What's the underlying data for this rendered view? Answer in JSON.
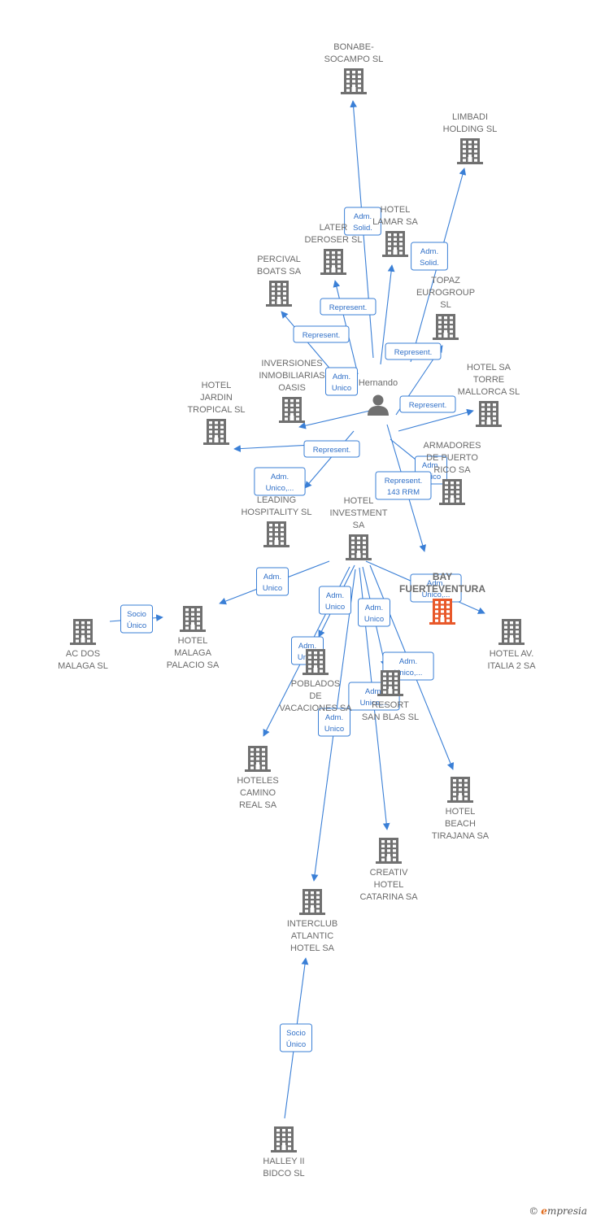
{
  "colors": {
    "company": "#707070",
    "focus": "#e8582a",
    "edge": "#3a7fd6",
    "label": "#6b6b6b"
  },
  "icons": {
    "company": "building-icon",
    "person": "person-icon"
  },
  "nodes": [
    {
      "id": "bonabe",
      "label": [
        "BONABE-",
        "SOCAMPO  SL"
      ],
      "kind": "company"
    },
    {
      "id": "limbadi",
      "label": [
        "LIMBADI",
        "HOLDING  SL"
      ],
      "kind": "company"
    },
    {
      "id": "hotel_lamar",
      "label": [
        "HOTEL",
        "LAMAR SA"
      ],
      "kind": "company"
    },
    {
      "id": "laterderoser",
      "label": [
        "LATER",
        "DEROSER SL"
      ],
      "kind": "company"
    },
    {
      "id": "percival",
      "label": [
        "PERCIVAL",
        "BOATS SA"
      ],
      "kind": "company"
    },
    {
      "id": "topaz",
      "label": [
        "TOPAZ",
        "EUROGROUP",
        "SL"
      ],
      "kind": "company"
    },
    {
      "id": "inversiones",
      "label": [
        "INVERSIONES",
        "INMOBILIARIAS",
        "OASIS"
      ],
      "kind": "company"
    },
    {
      "id": "hernando",
      "label": [
        "Hernando"
      ],
      "kind": "person"
    },
    {
      "id": "hotel_sa_torre",
      "label": [
        "HOTEL SA",
        "TORRE",
        "MALLORCA SL"
      ],
      "kind": "company"
    },
    {
      "id": "hotel_jardin",
      "label": [
        "HOTEL",
        "JARDIN",
        "TROPICAL SL"
      ],
      "kind": "company"
    },
    {
      "id": "armadores",
      "label": [
        "ARMADORES",
        "DE PUERTO",
        "RICO SA"
      ],
      "kind": "company"
    },
    {
      "id": "leading",
      "label": [
        "LEADING",
        "HOSPITALITY SL"
      ],
      "kind": "company"
    },
    {
      "id": "hotel_investment",
      "label": [
        "HOTEL",
        "INVESTMENT",
        "SA"
      ],
      "kind": "company"
    },
    {
      "id": "bay_fuerteventura",
      "label": [
        "BAY",
        "FUERTEVENTURA"
      ],
      "kind": "focus"
    },
    {
      "id": "ac_dos",
      "label": [
        "AC DOS",
        "MALAGA  SL"
      ],
      "kind": "company"
    },
    {
      "id": "hotel_malaga",
      "label": [
        "HOTEL",
        "MALAGA",
        "PALACIO SA"
      ],
      "kind": "company"
    },
    {
      "id": "hotel_av_italia",
      "label": [
        "HOTEL AV.",
        "ITALIA 2 SA"
      ],
      "kind": "company"
    },
    {
      "id": "poblados",
      "label": [
        "POBLADOS",
        "DE",
        "VACACIONES SA"
      ],
      "kind": "company"
    },
    {
      "id": "resort_san_blas",
      "label": [
        "RESORT",
        "SAN BLAS SL"
      ],
      "kind": "company"
    },
    {
      "id": "hoteles_camino",
      "label": [
        "HOTELES",
        "CAMINO",
        "REAL SA"
      ],
      "kind": "company"
    },
    {
      "id": "hotel_beach",
      "label": [
        "HOTEL",
        "BEACH",
        "TIRAJANA SA"
      ],
      "kind": "company"
    },
    {
      "id": "creativ",
      "label": [
        "CREATIV",
        "HOTEL",
        "CATARINA SA"
      ],
      "kind": "company"
    },
    {
      "id": "interclub",
      "label": [
        "INTERCLUB",
        "ATLANTIC",
        "HOTEL SA"
      ],
      "kind": "company"
    },
    {
      "id": "halley",
      "label": [
        "HALLEY II",
        "BIDCO  SL"
      ],
      "kind": "company"
    }
  ],
  "edges": [
    {
      "from": "hernando",
      "to": "bonabe",
      "label": [
        "Adm.",
        "Solid."
      ]
    },
    {
      "from": "hernando",
      "to": "limbadi",
      "label": [
        "Adm.",
        "Solid."
      ]
    },
    {
      "from": "hernando",
      "to": "hotel_lamar",
      "label": []
    },
    {
      "from": "hernando",
      "to": "laterderoser",
      "label": [
        "Represent."
      ]
    },
    {
      "from": "hernando",
      "to": "percival",
      "label": [
        "Represent."
      ]
    },
    {
      "from": "hernando",
      "to": "topaz",
      "label": [
        "Represent."
      ]
    },
    {
      "from": "hernando",
      "to": "inversiones",
      "label": [
        "Adm.",
        "Unico"
      ]
    },
    {
      "from": "hernando",
      "to": "hotel_sa_torre",
      "label": [
        "Represent."
      ]
    },
    {
      "from": "hernando",
      "to": "hotel_jardin",
      "label": [
        "Adm.",
        "Unico,..."
      ]
    },
    {
      "from": "hernando",
      "to": "armadores",
      "label": [
        "Adm.",
        "Unico"
      ]
    },
    {
      "from": "hernando",
      "to": "leading",
      "label": [
        "Represent."
      ]
    },
    {
      "from": "hernando",
      "to": "bay_fuerteventura",
      "label": [
        "Represent.",
        "143 RRM"
      ]
    },
    {
      "from": "hotel_investment",
      "to": "hotel_malaga",
      "label": [
        "Adm.",
        "Unico"
      ]
    },
    {
      "from": "hotel_investment",
      "to": "hotel_av_italia",
      "label": [
        "Adm.",
        "Unico,..."
      ]
    },
    {
      "from": "hotel_investment",
      "to": "poblados",
      "label": [
        "Adm.",
        "Unico"
      ]
    },
    {
      "from": "hotel_investment",
      "to": "resort_san_blas",
      "label": [
        "Adm.",
        "Unico"
      ]
    },
    {
      "from": "hotel_investment",
      "to": "hoteles_camino",
      "label": [
        "Adm.",
        "Unico"
      ]
    },
    {
      "from": "hotel_investment",
      "to": "hotel_beach",
      "label": [
        "Adm.",
        "Unico,..."
      ]
    },
    {
      "from": "hotel_investment",
      "to": "creativ",
      "label": [
        "Adm.",
        "Unico,..."
      ]
    },
    {
      "from": "hotel_investment",
      "to": "interclub",
      "label": [
        "Adm.",
        "Unico"
      ]
    },
    {
      "from": "ac_dos",
      "to": "hotel_malaga",
      "label": [
        "Socio",
        "Único"
      ]
    },
    {
      "from": "halley",
      "to": "interclub",
      "label": [
        "Socio",
        "Único"
      ]
    }
  ],
  "brand": {
    "copyright": "©",
    "initial": "e",
    "rest": "mpresia"
  }
}
